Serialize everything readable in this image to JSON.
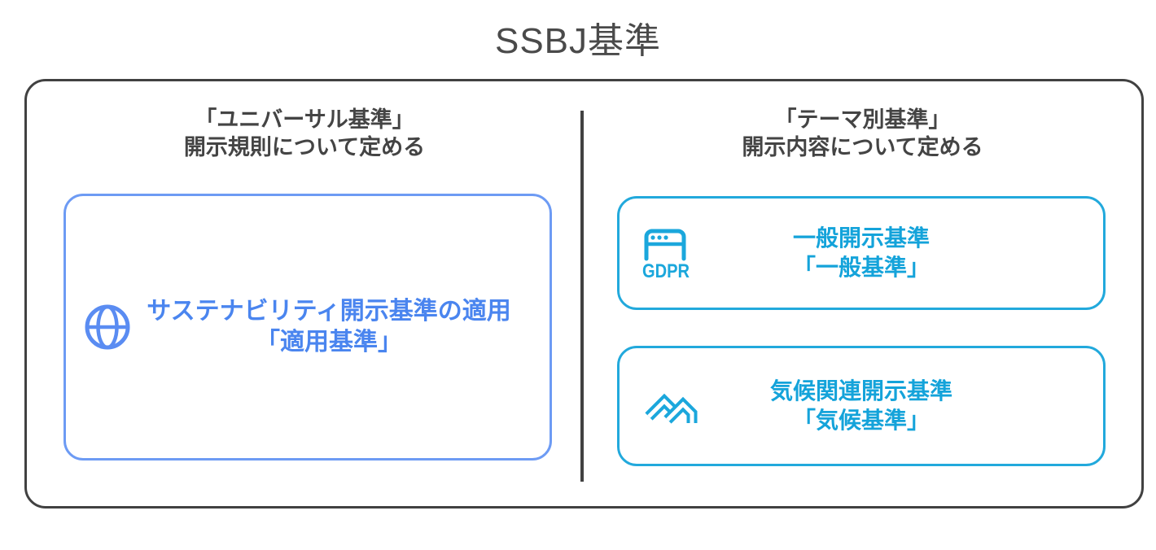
{
  "title": "SSBJ基準",
  "colors": {
    "outline_dark": "#414141",
    "heading_text": "#444444",
    "accent_blue_border": "#6d9bf4",
    "accent_blue_text": "#4a85ef",
    "accent_cyan": "#1ba7dc"
  },
  "left": {
    "heading_line1": "「ユニバーサル基準」",
    "heading_line2": "開示規則について定める",
    "card": {
      "icon": "globe-icon",
      "line1": "サステナビリティ開示基準の適用",
      "line2": "「適用基準」"
    }
  },
  "right": {
    "heading_line1": "「テーマ別基準」",
    "heading_line2": "開示内容について定める",
    "card1": {
      "icon": "gdpr-window-icon",
      "icon_text": "GDPR",
      "line1": "一般開示基準",
      "line2": "「一般基準」"
    },
    "card2": {
      "icon": "mountain-peaks-icon",
      "line1": "気候関連開示基準",
      "line2": "「気候基準」"
    }
  }
}
